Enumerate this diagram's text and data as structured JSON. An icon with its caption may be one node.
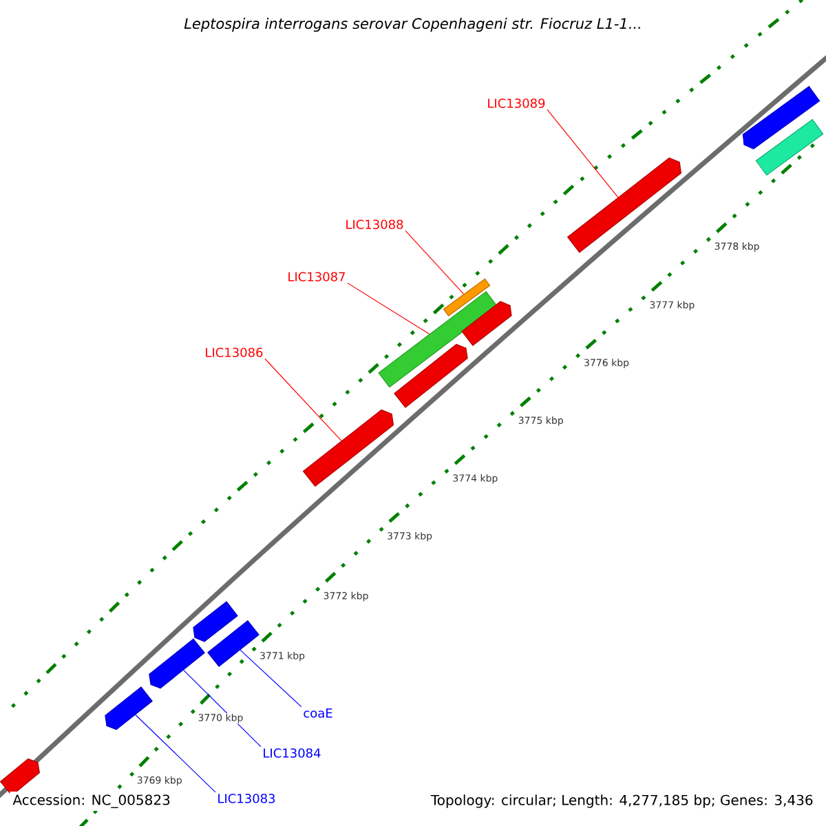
{
  "diagram": {
    "title": "Leptospira interrogans serovar Copenhageni str. Fiocruz L1-1...",
    "nodes": [
      {
        "text": [
          "LIC13089"
        ]
      },
      {
        "text": [],
        "shape": "pentagon"
      },
      {
        "text": [],
        "shape": "bar"
      },
      {
        "text": [],
        "shape": "pentagon"
      },
      {
        "text": [
          "LIC13088"
        ]
      },
      {
        "text": [
          "LIC13087"
        ]
      },
      {
        "text": [],
        "shape": "bar"
      },
      {
        "text": [],
        "shape": "bar"
      },
      {
        "text": [],
        "shape": "pentagon"
      },
      {
        "text": [],
        "shape": "pentagon"
      },
      {
        "text": [
          "LIC13086"
        ]
      },
      {
        "text": [],
        "shape": "pentagon"
      },
      {
        "text": [],
        "shape": "pentagon"
      },
      {
        "text": [],
        "shape": "bar"
      },
      {
        "text": [],
        "shape": "pentagon"
      },
      {
        "text": [],
        "shape": "pentagon"
      },
      {
        "text": [
          "coaE"
        ]
      },
      {
        "text": [
          "LIC13084"
        ]
      },
      {
        "text": [],
        "shape": "pentagon"
      },
      {
        "text": [
          "LIC13083"
        ]
      }
    ],
    "edges": [
      {
        "from": 0,
        "to": 3,
        "arrow": "none",
        "color": "#ff0000"
      },
      {
        "from": 4,
        "to": 7,
        "arrow": "none",
        "color": "#ff0000"
      },
      {
        "from": 5,
        "to": 6,
        "arrow": "none",
        "color": "#ff0000"
      },
      {
        "from": 10,
        "to": 11,
        "arrow": "none",
        "color": "#ff0000"
      },
      {
        "from": 16,
        "to": 13,
        "arrow": "none",
        "color": "#0000ff"
      },
      {
        "from": 17,
        "to": 14,
        "arrow": "none",
        "color": "#0000ff"
      },
      {
        "from": 19,
        "to": 15,
        "arrow": "none",
        "color": "#0000ff"
      }
    ],
    "labels": [
      "3778 kbp",
      "3777 kbp",
      "3776 kbp",
      "3775 kbp",
      "3774 kbp",
      "3773 kbp",
      "3772 kbp",
      "3771 kbp",
      "3770 kbp",
      "3769 kbp",
      "Accession: NC_005823",
      "Topology: circular; Length: 4,277,185 bp; Genes: 3,436"
    ]
  }
}
